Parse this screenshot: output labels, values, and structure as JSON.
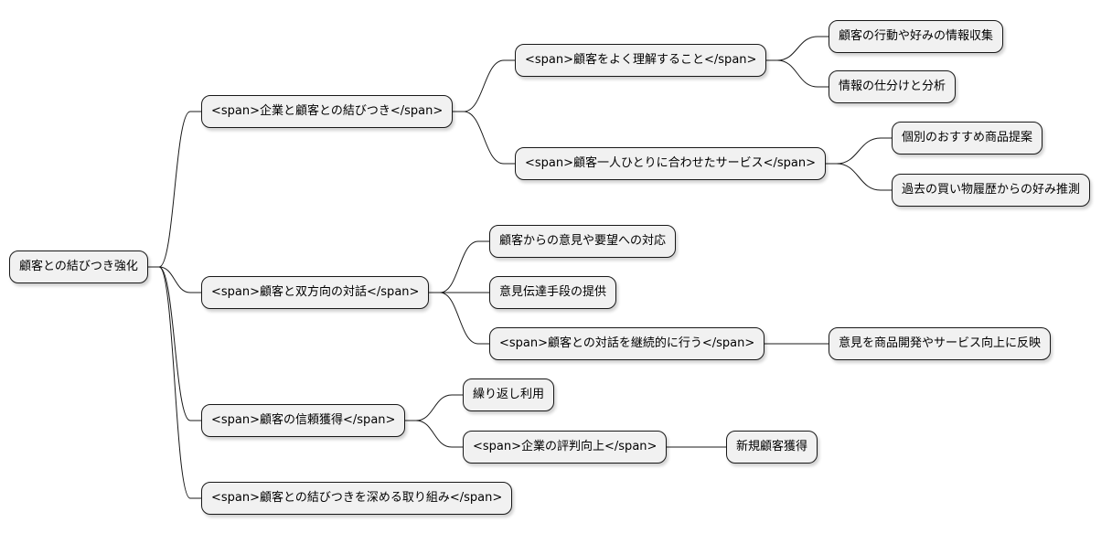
{
  "mindmap": {
    "root": "顧客との結びつき強化",
    "branches": [
      {
        "label": "<span>企業と顧客との結びつき</span>",
        "children": [
          {
            "label": "<span>顧客をよく理解すること</span>",
            "children": [
              "顧客の行動や好みの情報収集",
              "情報の仕分けと分析"
            ]
          },
          {
            "label": "<span>顧客一人ひとりに合わせたサービス</span>",
            "children": [
              "個別のおすすめ商品提案",
              "過去の買い物履歴からの好み推測"
            ]
          }
        ]
      },
      {
        "label": "<span>顧客と双方向の対話</span>",
        "children": [
          {
            "label": "顧客からの意見や要望への対応"
          },
          {
            "label": "意見伝達手段の提供"
          },
          {
            "label": "<span>顧客との対話を継続的に行う</span>",
            "children": [
              "意見を商品開発やサービス向上に反映"
            ]
          }
        ]
      },
      {
        "label": "<span>顧客の信頼獲得</span>",
        "children": [
          {
            "label": "繰り返し利用"
          },
          {
            "label": "<span>企業の評判向上</span>",
            "children": [
              "新規顧客獲得"
            ]
          }
        ]
      },
      {
        "label": "<span>顧客との結びつきを深める取り組み</span>"
      }
    ]
  },
  "colors": {
    "node_fill": "#f1f1f1",
    "node_border": "#181818",
    "edge": "#181818",
    "text": "#000000"
  }
}
